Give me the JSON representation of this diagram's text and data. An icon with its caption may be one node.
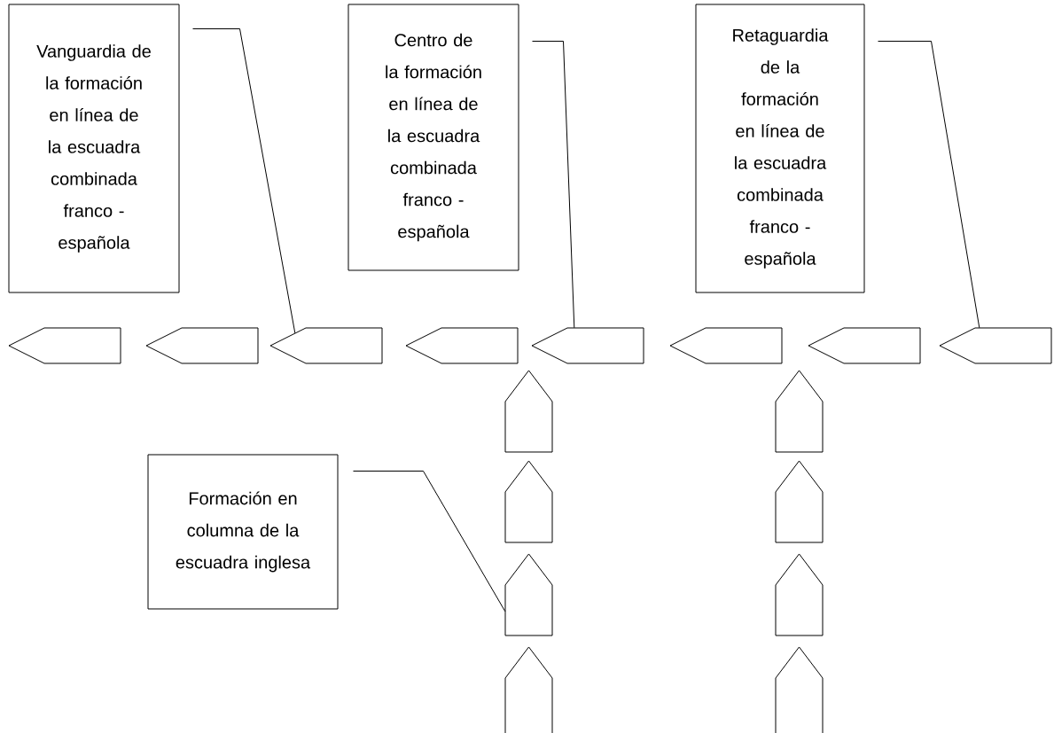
{
  "diagram": {
    "nodes": [
      {
        "text": [
          "Vanguardia de la formación en línea de la escuadra combinada franco - española"
        ]
      },
      {
        "text": [
          "Centro de la formación en línea de la escuadra combinada franco - española"
        ]
      },
      {
        "text": [
          "Retaguardia de la formación en línea de la escuadra combinada franco - española"
        ]
      },
      {
        "text": [
          "Formación en columna de la escuadra inglesa"
        ]
      },
      {
        "text": [],
        "shape": "pentagon"
      },
      {
        "text": [],
        "shape": "pentagon"
      },
      {
        "text": [],
        "shape": "pentagon"
      },
      {
        "text": [],
        "shape": "pentagon"
      },
      {
        "text": [],
        "shape": "pentagon"
      },
      {
        "text": [],
        "shape": "pentagon"
      },
      {
        "text": [],
        "shape": "pentagon"
      },
      {
        "text": [],
        "shape": "pentagon"
      },
      {
        "text": [],
        "shape": "pentagon"
      },
      {
        "text": [],
        "shape": "pentagon"
      },
      {
        "text": [],
        "shape": "pentagon"
      },
      {
        "text": [],
        "shape": "pentagon"
      },
      {
        "text": [],
        "shape": "pentagon"
      },
      {
        "text": [],
        "shape": "pentagon"
      },
      {
        "text": [],
        "shape": "pentagon"
      },
      {
        "text": [],
        "shape": "pentagon"
      }
    ],
    "edges": [
      {
        "from": 0,
        "to": 6,
        "arrow": "none"
      },
      {
        "from": 1,
        "to": 8,
        "arrow": "none"
      },
      {
        "from": 2,
        "to": 11,
        "arrow": "none"
      },
      {
        "from": 3,
        "to": 16,
        "arrow": "none"
      }
    ]
  }
}
